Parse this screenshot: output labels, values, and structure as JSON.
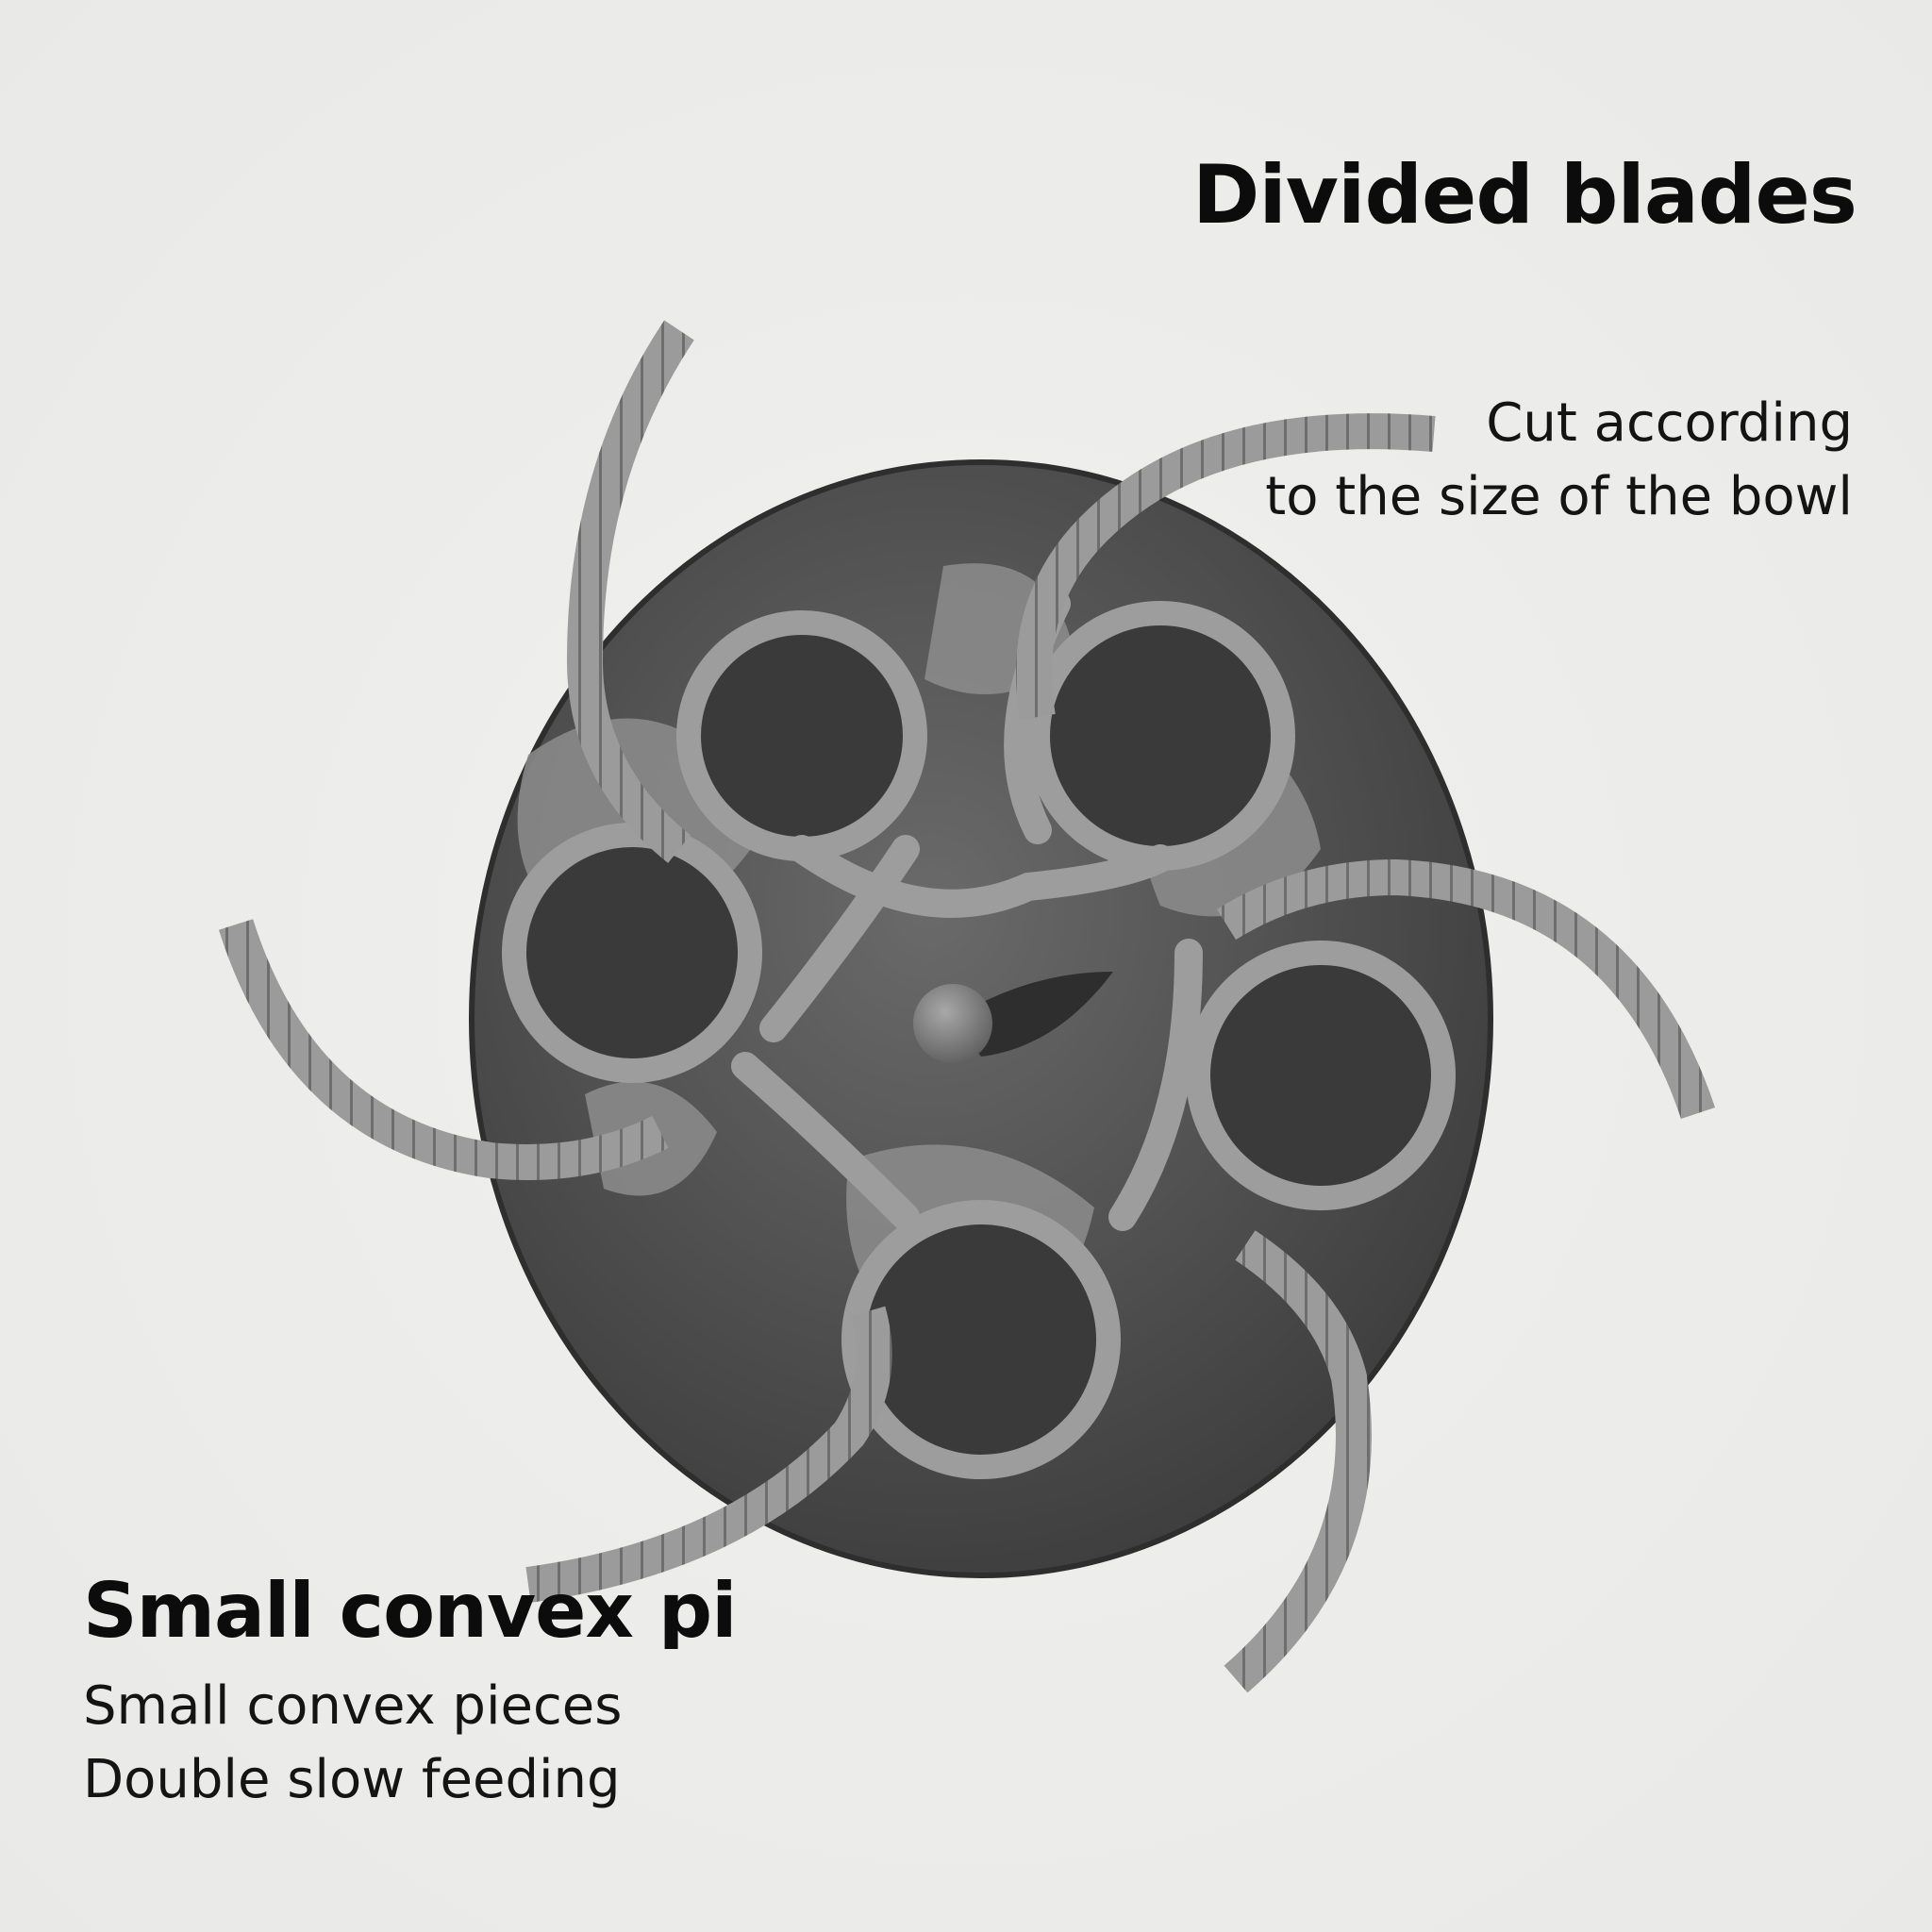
{
  "feature_top": {
    "title": "Divided blades",
    "lines": [
      "Cut according",
      "to the size of the bowl"
    ]
  },
  "feature_bottom": {
    "title": "Small convex pie",
    "lines": [
      "Small convex pieces",
      "Double slow feeding"
    ]
  },
  "colors": {
    "background": "#ebebe9",
    "plate": "#555555",
    "blade": "#9a9a9a",
    "text": "#0c0c0c"
  }
}
